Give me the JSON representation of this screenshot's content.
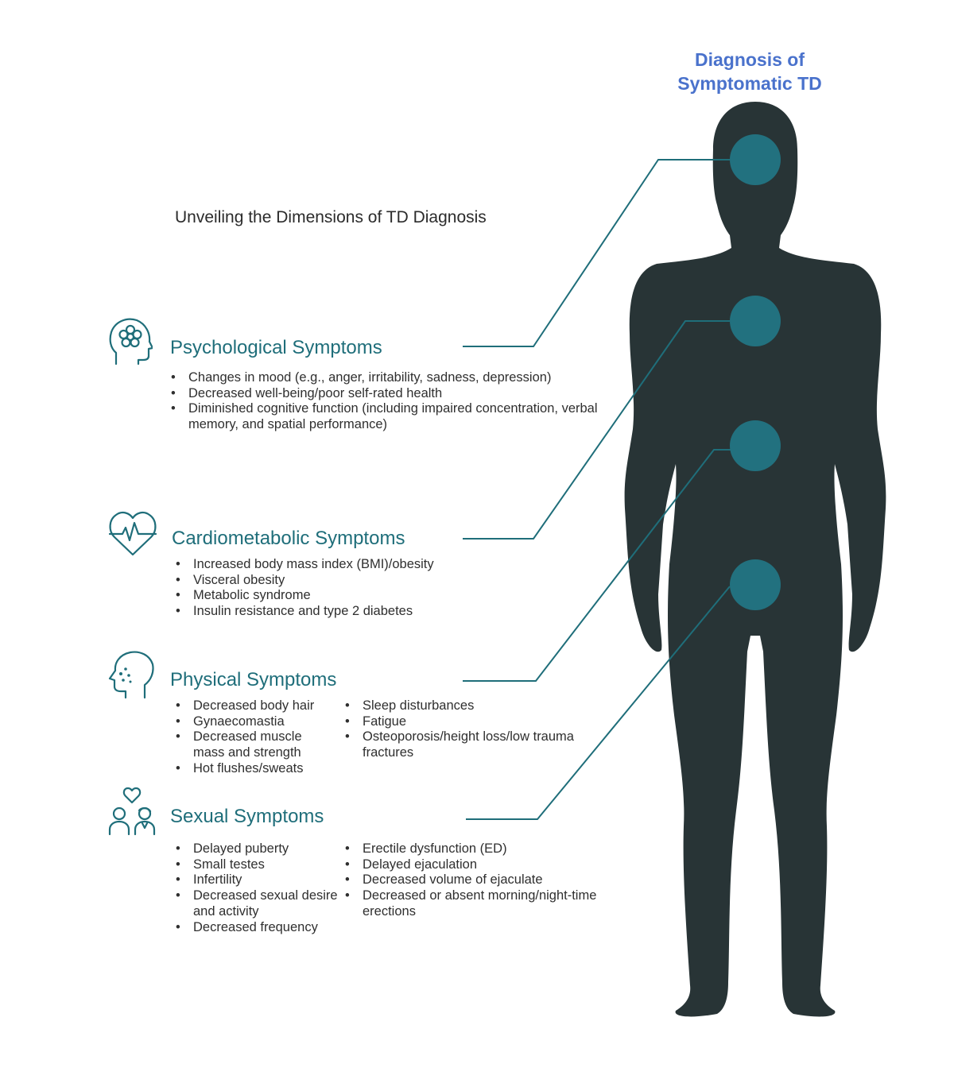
{
  "main_title": "Diagnosis of Symptomatic TD",
  "subtitle": "Unveiling the Dimensions of TD Diagnosis",
  "colors": {
    "accent_title": "#4a72cc",
    "teal": "#1f6e7a",
    "body": "#283436",
    "dot": "#22717f"
  },
  "sections": [
    {
      "title": "Psychological Symptoms",
      "icon": "head-flower-icon",
      "items": [
        "Changes in mood (e.g., anger, irritability, sadness, depression)",
        "Decreased well-being/poor self-rated health",
        "Diminished cognitive function (including impaired concentration, verbal memory, and spatial performance)"
      ]
    },
    {
      "title": "Cardiometabolic Symptoms",
      "icon": "heart-pulse-icon",
      "items": [
        "Increased body mass index (BMI)/obesity",
        "Visceral obesity",
        "Metabolic syndrome",
        "Insulin resistance and type 2 diabetes"
      ]
    },
    {
      "title": "Physical Symptoms",
      "icon": "face-profile-icon",
      "items_left": [
        "Decreased body hair",
        "Gynaecomastia",
        "Decreased muscle mass and strength",
        "Hot flushes/sweats"
      ],
      "items_right": [
        "Sleep disturbances",
        "Fatigue",
        "Osteoporosis/height loss/low trauma fractures"
      ]
    },
    {
      "title": "Sexual Symptoms",
      "icon": "couple-heart-icon",
      "items_left": [
        "Delayed puberty",
        "Small testes",
        "Infertility",
        "Decreased sexual desire and activity",
        "Decreased frequency"
      ],
      "items_right": [
        "Erectile dysfunction (ED)",
        "Delayed ejaculation",
        "Decreased volume of ejaculate",
        "Decreased or absent morning/night-time erections"
      ]
    }
  ]
}
